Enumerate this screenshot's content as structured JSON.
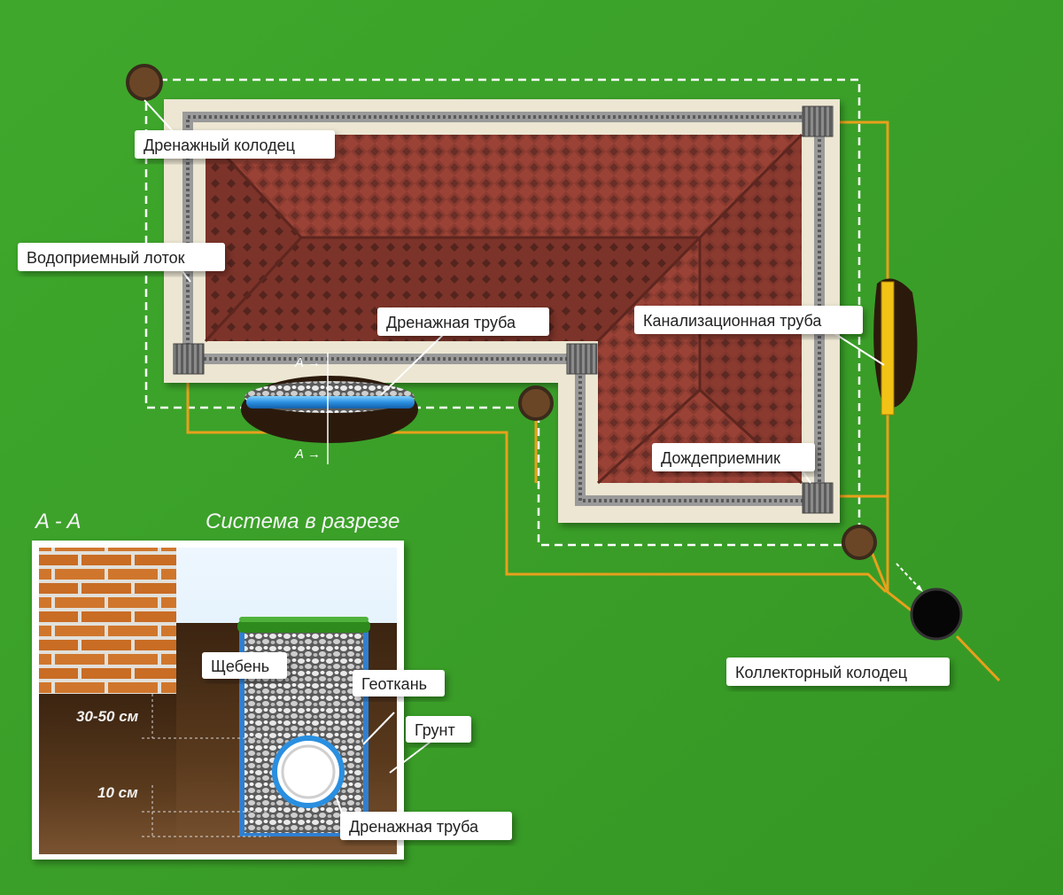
{
  "plan_labels": {
    "drain_well": "Дренажный колодец",
    "water_tray": "Водоприемный лоток",
    "drain_pipe": "Дренажная труба",
    "sewer_pipe": "Канализационная труба",
    "rain_inlet": "Дождеприемник",
    "collector_well": "Коллекторный колодец"
  },
  "section_marks": {
    "top": "A",
    "bottom": "A"
  },
  "section": {
    "title_mark": "A - A",
    "title": "Система в разрезе",
    "gravel": "Щебень",
    "geotextile": "Геоткань",
    "soil": "Грунт",
    "depth_top": "30-50 см",
    "depth_bottom": "10 см",
    "pipe": "Дренажная труба"
  },
  "colors": {
    "grass": "#3aa02a",
    "roof": "#9a4236",
    "drain_line": "#e8a01c",
    "sewer_pipe": "#f2c316",
    "pipe_blue": "#2a8fe0",
    "brick": "#d0762c",
    "soil": "#4a2f16"
  }
}
